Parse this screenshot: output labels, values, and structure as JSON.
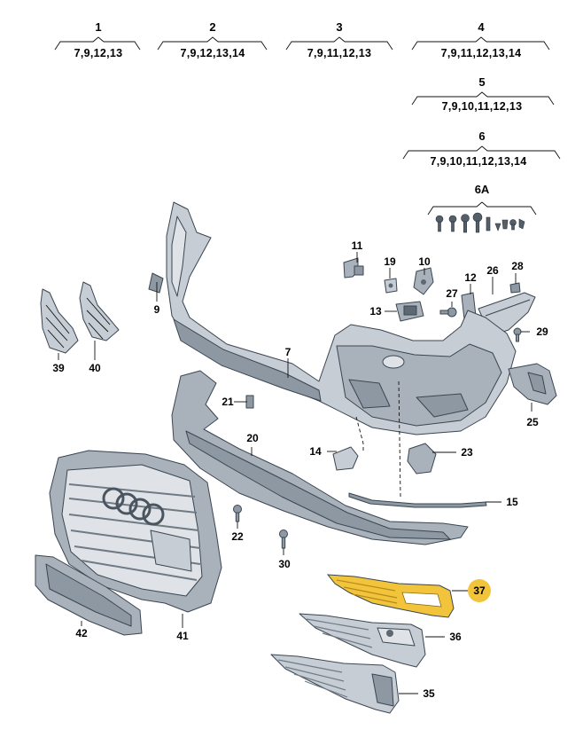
{
  "header_groups": [
    {
      "number": "1",
      "items": "7,9,12,13"
    },
    {
      "number": "2",
      "items": "7,9,12,13,14"
    },
    {
      "number": "3",
      "items": "7,9,11,12,13"
    },
    {
      "number": "4",
      "items": "7,9,11,12,13,14"
    },
    {
      "number": "5",
      "items": "7,9,10,11,12,13"
    },
    {
      "number": "6",
      "items": "7,9,10,11,12,13,14"
    },
    {
      "number": "6A",
      "items": ""
    }
  ],
  "callouts": {
    "c9": "9",
    "c11": "11",
    "c19": "19",
    "c10": "10",
    "c12": "12",
    "c26": "26",
    "c28": "28",
    "c27": "27",
    "c13": "13",
    "c29": "29",
    "c7": "7",
    "c21": "21",
    "c25": "25",
    "c20": "20",
    "c14": "14",
    "c23": "23",
    "c15": "15",
    "c22": "22",
    "c30": "30",
    "c39": "39",
    "c40": "40",
    "c42": "42",
    "c41": "41",
    "c37": "37",
    "c36": "36",
    "c35": "35"
  },
  "colors": {
    "highlight_part": "#f2c43c",
    "highlight_badge": "#f2c43c",
    "part_grey": "#c6cdd4",
    "outline": "#3a4652"
  }
}
